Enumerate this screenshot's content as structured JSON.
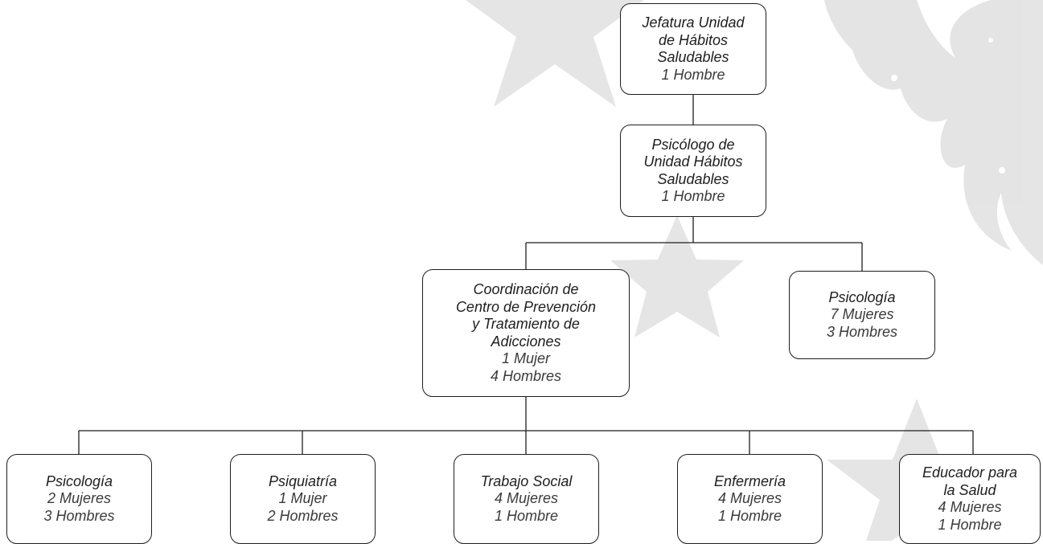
{
  "colors": {
    "border": "#1e1e1e",
    "watermark": "#dcdcdc",
    "text": "#262626"
  },
  "watermark": {
    "icon": "star-and-leaf-watermark-icon"
  },
  "nodes": {
    "jefatura": {
      "title": [
        "Jefatura Unidad",
        "de Hábitos",
        "Saludables"
      ],
      "staff": [
        "1 Hombre"
      ]
    },
    "psicologo_unidad": {
      "title": [
        "Psicólogo de",
        "Unidad Hábitos",
        "Saludables"
      ],
      "staff": [
        "1 Hombre"
      ]
    },
    "coordinacion": {
      "title": [
        "Coordinación de",
        "Centro de Prevención",
        "y Tratamiento de",
        "Adicciones"
      ],
      "staff": [
        "1 Mujer",
        "4 Hombres"
      ]
    },
    "psicologia_staff": {
      "title": [
        "Psicología"
      ],
      "staff": [
        "7 Mujeres",
        "3 Hombres"
      ]
    },
    "psicologia": {
      "title": [
        "Psicología"
      ],
      "staff": [
        "2 Mujeres",
        "3 Hombres"
      ]
    },
    "psiquiatria": {
      "title": [
        "Psiquiatría"
      ],
      "staff": [
        "1 Mujer",
        "2 Hombres"
      ]
    },
    "trabajo_social": {
      "title": [
        "Trabajo Social"
      ],
      "staff": [
        "4 Mujeres",
        "1 Hombre"
      ]
    },
    "enfermeria": {
      "title": [
        "Enfermería"
      ],
      "staff": [
        "4 Mujeres",
        "1 Hombre"
      ]
    },
    "educador": {
      "title": [
        "Educador para",
        "la Salud"
      ],
      "staff": [
        "4 Mujeres",
        "1 Hombre"
      ]
    }
  }
}
